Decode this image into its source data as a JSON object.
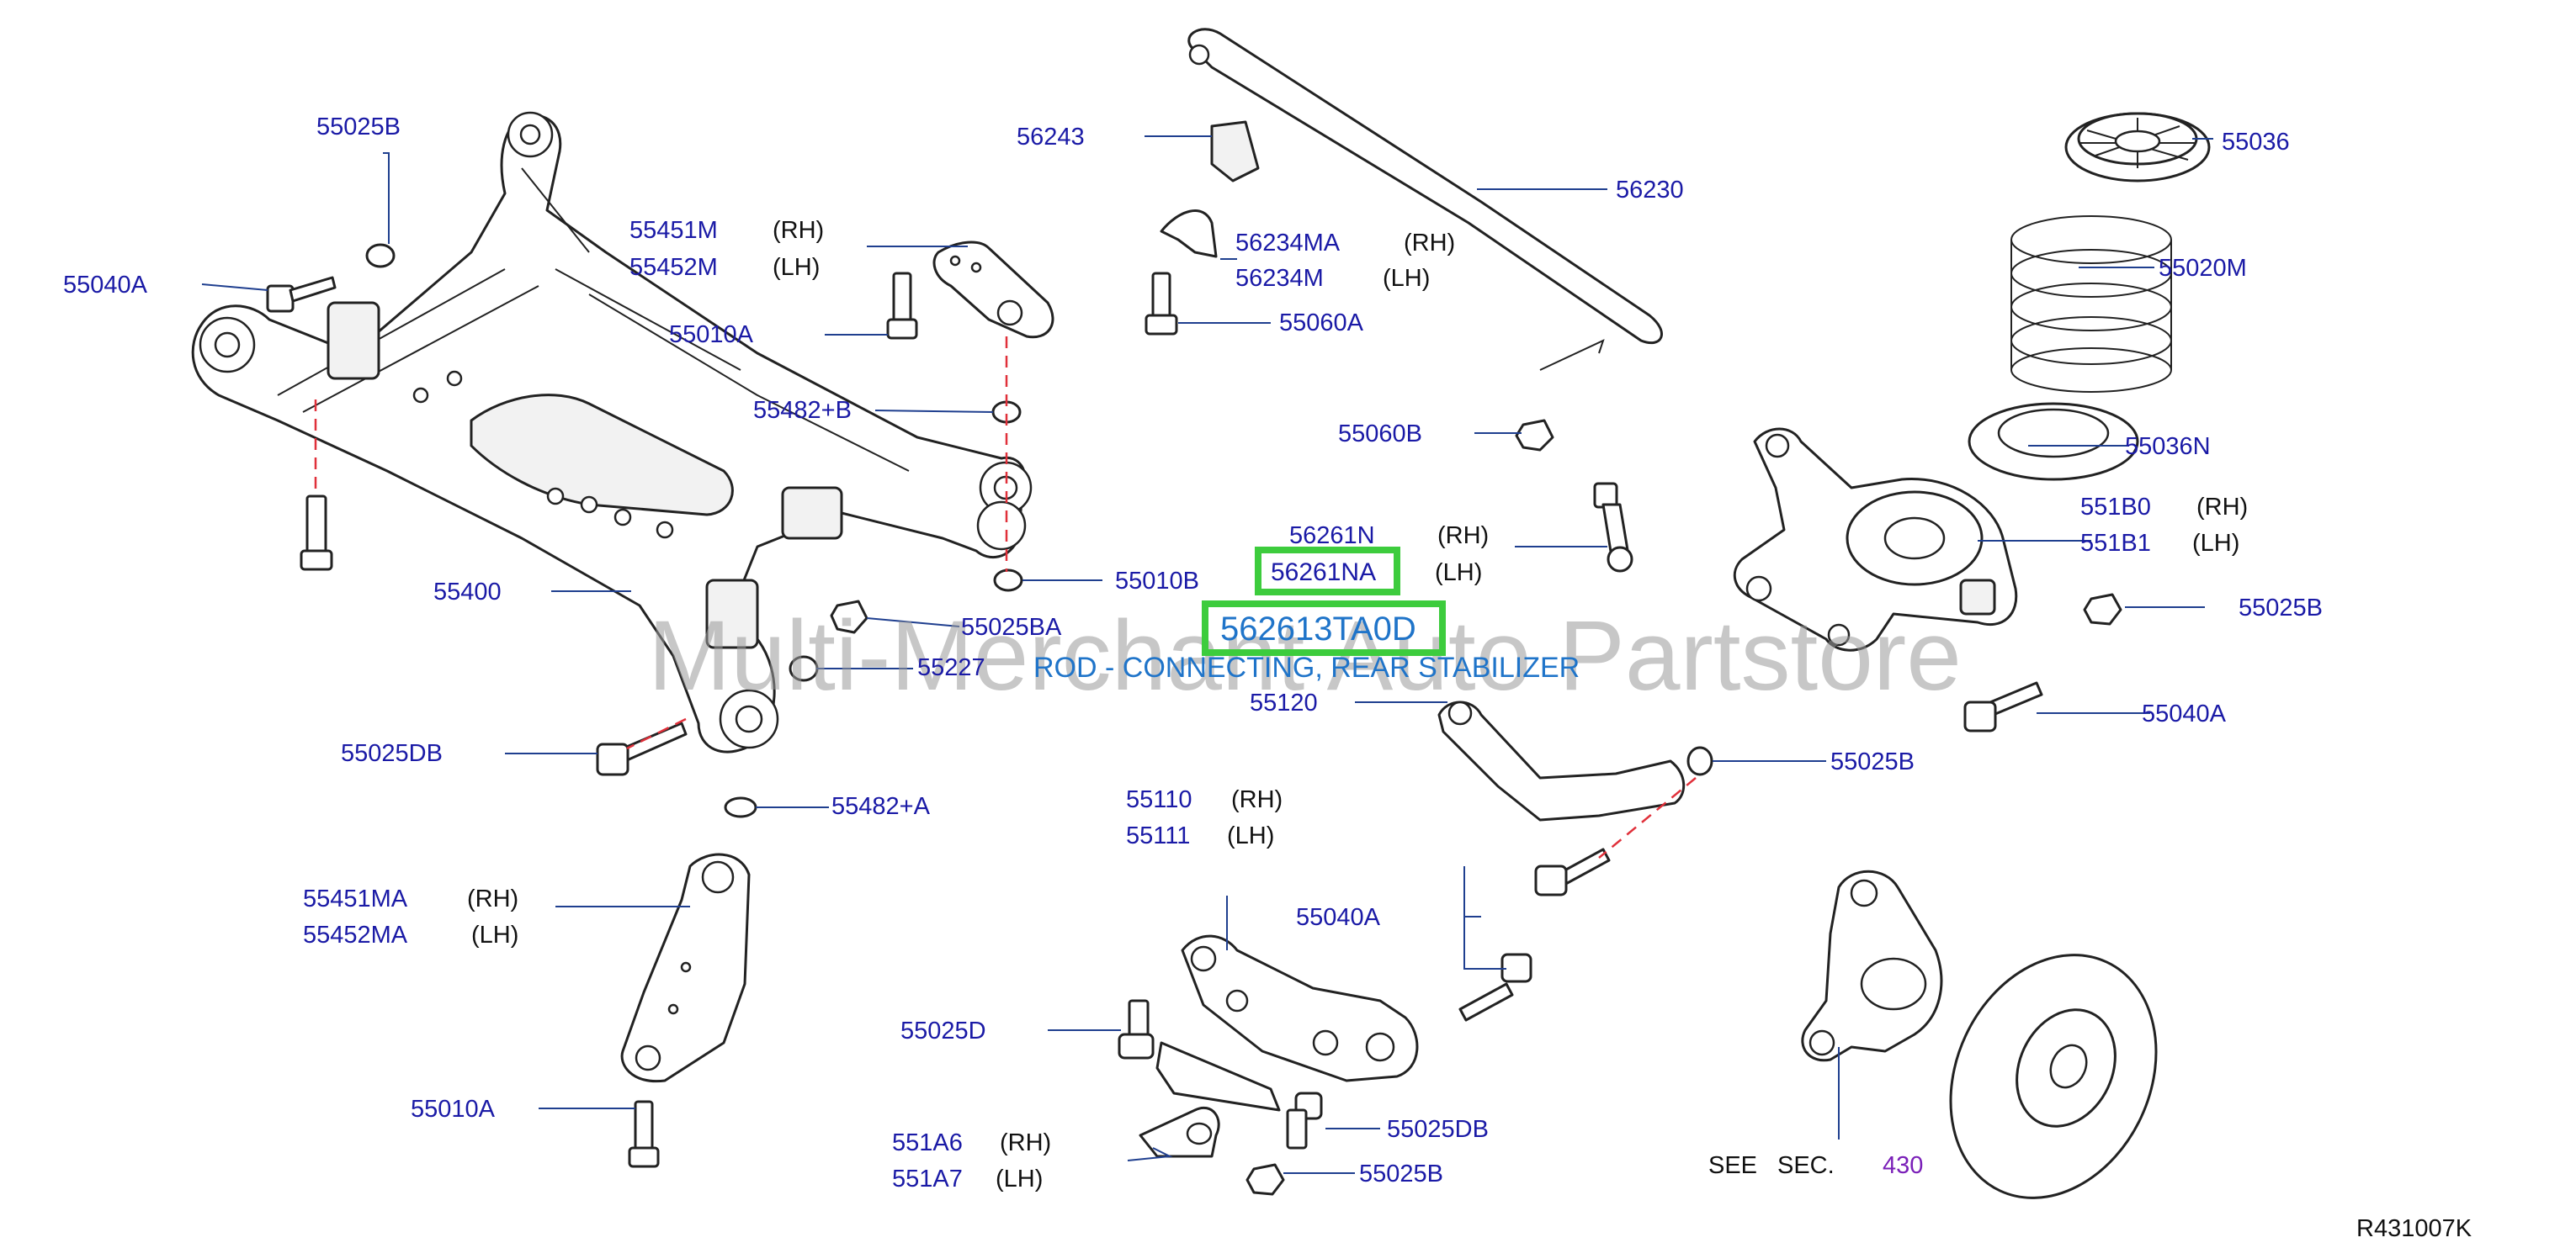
{
  "watermark": "Multi-Merchant Auto Partstore",
  "diagram_code": "R431007K",
  "highlight": {
    "part_number": "562613TA0D",
    "description": "ROD - CONNECTING, REAR STABILIZER",
    "callout": "56261NA",
    "callout_side": "(LH)",
    "accent_color": "#3dcc3d"
  },
  "see_section": {
    "see": "SEE",
    "sec": "SEC.",
    "number": "430"
  },
  "labels": {
    "p55025B_a": "55025B",
    "p55040A_a": "55040A",
    "p55451M": "55451M",
    "p55451M_side": "(RH)",
    "p55452M": "55452M",
    "p55452M_side": "(LH)",
    "p55010A_a": "55010A",
    "p55482B": "55482+B",
    "p55400": "55400",
    "p55010B": "55010B",
    "p55025BA": "55025BA",
    "p55227": "55227",
    "p55025DB_a": "55025DB",
    "p55482A": "55482+A",
    "p55451MA": "55451MA",
    "p55451MA_side": "(RH)",
    "p55452MA": "55452MA",
    "p55452MA_side": "(LH)",
    "p55010A_b": "55010A",
    "p56243": "56243",
    "p56230": "56230",
    "p56234MA": "56234MA",
    "p56234MA_side": "(RH)",
    "p56234M": "56234M",
    "p56234M_side": "(LH)",
    "p55060A": "55060A",
    "p55060B": "55060B",
    "p56261N": "56261N",
    "p56261N_side": "(RH)",
    "p55120": "55120",
    "p55110": "55110",
    "p55110_side": "(RH)",
    "p55111": "55111",
    "p55111_side": "(LH)",
    "p55040A_b": "55040A",
    "p55025D": "55025D",
    "p55025DB_b": "55025DB",
    "p551A6": "551A6",
    "p551A6_side": "(RH)",
    "p551A7": "551A7",
    "p551A7_side": "(LH)",
    "p55025B_b": "55025B",
    "p55036": "55036",
    "p55020M": "55020M",
    "p55036N": "55036N",
    "p551B0": "551B0",
    "p551B0_side": "(RH)",
    "p551B1": "551B1",
    "p551B1_side": "(LH)",
    "p55025B_c": "55025B",
    "p55040A_c": "55040A",
    "p55025B_d": "55025B"
  }
}
